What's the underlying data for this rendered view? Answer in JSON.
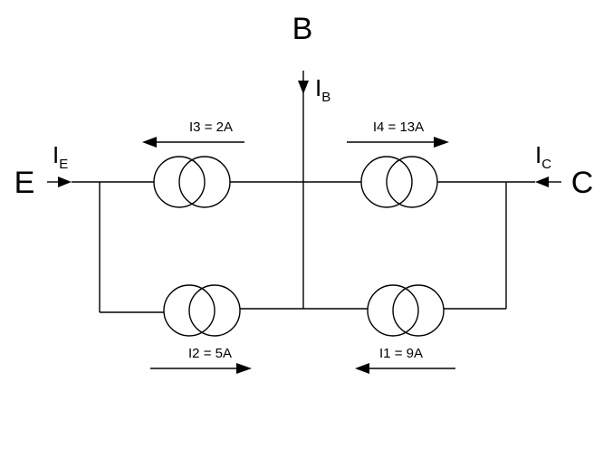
{
  "terminals": {
    "B": "B",
    "E": "E",
    "C": "C"
  },
  "terminal_currents": {
    "IB": {
      "main": "I",
      "sub": "B"
    },
    "IE": {
      "main": "I",
      "sub": "E"
    },
    "IC": {
      "main": "I",
      "sub": "C"
    }
  },
  "branch_currents": {
    "I3": "I3 = 2A",
    "I4": "I4 = 13A",
    "I2": "I2 = 5A",
    "I1": "I1 = 9A"
  }
}
